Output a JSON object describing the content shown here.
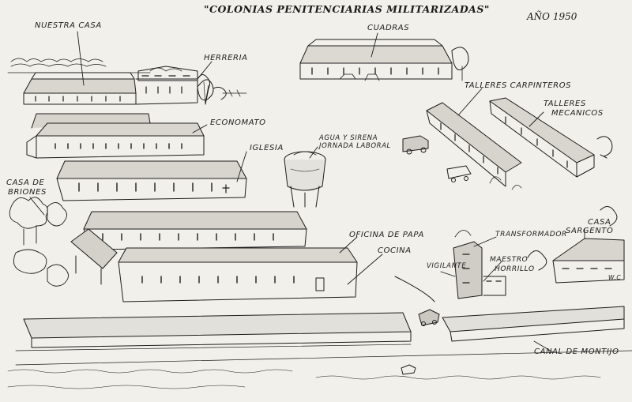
{
  "title": "\"COLONIAS PENITENCIARIAS MILITARIZADAS\"",
  "year": "AÑO 1950",
  "labels": {
    "nuestra_casa": "NUESTRA CASA",
    "herreria": "HERRERIA",
    "cuadras": "CUADRAS",
    "economato": "ECONOMATO",
    "talleres_carpinteros": "TALLERES CARPINTEROS",
    "talleres_mecanicos_1": "TALLERES",
    "talleres_mecanicos_2": "MECANICOS",
    "agua_sirena_1": "AGUA Y SIRENA",
    "agua_sirena_2": "JORNADA LABORAL",
    "iglesia": "IGLESIA",
    "casa_briones_1": "CASA DE",
    "casa_briones_2": "BRIONES",
    "oficina_papa": "OFICINA DE PAPA",
    "cocina": "COCINA",
    "transformador": "TRANSFORMADOR",
    "casa_sargento_1": "CASA",
    "casa_sargento_2": "SARGENTO",
    "vigilante": "VIGILANTE",
    "maestro_1": "MAESTRO",
    "maestro_2": "HORRILLO",
    "wc": "W.C",
    "canal": "CANAL DE MONTIJO"
  },
  "colors": {
    "ink": "#1d1d1d",
    "paper": "#f1f0ea"
  }
}
